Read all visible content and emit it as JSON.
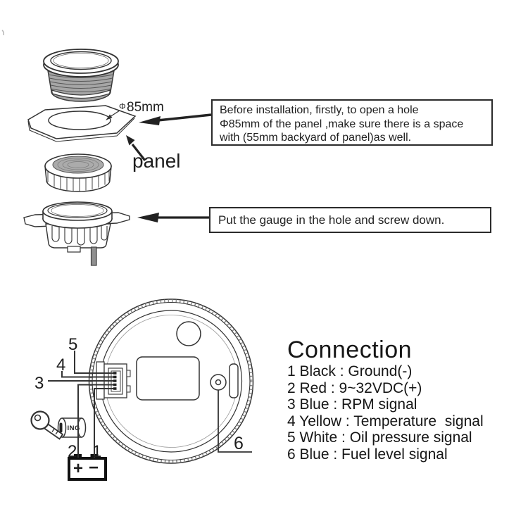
{
  "colors": {
    "ink": "#2b2b2b",
    "thread_gray": "#a6a6a6",
    "nut_gray": "#ababab",
    "wire_ribbon_gray": "#909090"
  },
  "top_section": {
    "dim_phi": "Φ",
    "dim_value": "85mm",
    "panel_label": "panel",
    "note_lines": [
      "Before installation, firstly, to open a hole",
      "Φ85mm of the panel ,make sure there is a space",
      "with (55mm backyard of panel)as well."
    ]
  },
  "mid_section": {
    "note": "Put the gauge in the hole and screw down."
  },
  "wiring_section": {
    "ignition": "ING",
    "battery_plus": "+",
    "battery_minus": "−",
    "wires": {
      "w1": "1",
      "w2": "2",
      "w3": "3",
      "w4": "4",
      "w5": "5",
      "w6": "6"
    },
    "connection": {
      "title": "Connection",
      "items": [
        "1 Black : Ground(-)",
        "2 Red : 9~32VDC(+)",
        "3 Blue : RPM signal",
        "4 Yellow : Temperature  signal",
        "5 White : Oil pressure signal",
        "6 Blue : Fuel level signal"
      ]
    }
  }
}
